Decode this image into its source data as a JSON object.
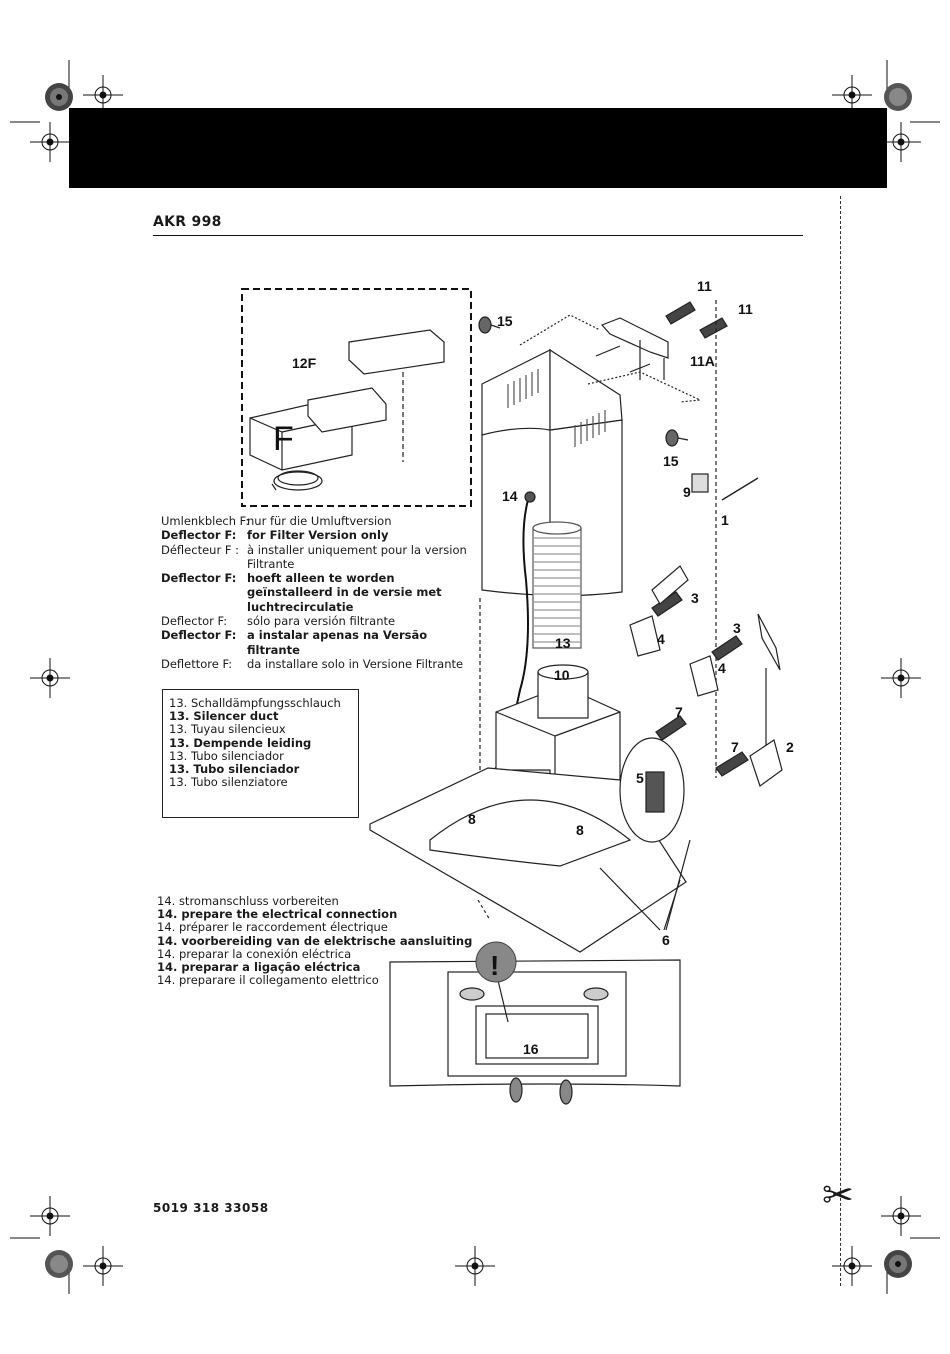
{
  "header": {
    "model": "AKR 998"
  },
  "footer": {
    "part_number": "5019 318 33058",
    "scissors_icon": "scissors-icon"
  },
  "diagram": {
    "callouts": {
      "c1": "1",
      "c2": "2",
      "c3a": "3",
      "c3b": "3",
      "c4a": "4",
      "c4b": "4",
      "c5": "5",
      "c6": "6",
      "c7a": "7",
      "c7b": "7",
      "c8a": "8",
      "c8b": "8",
      "c9": "9",
      "c10": "10",
      "c11a": "11",
      "c11b": "11",
      "c11A": "11A",
      "c12F": "12F",
      "c13": "13",
      "c14": "14",
      "c15a": "15",
      "c15b": "15",
      "c16": "16",
      "letterF": "F",
      "warning": "!"
    }
  },
  "deflector_legend": [
    {
      "key": "Umlenkblech F:",
      "value": "nur für die Umluftversion",
      "bold": false
    },
    {
      "key": "Deflector F:",
      "value": "for Filter Version only",
      "bold": true
    },
    {
      "key": "Déflecteur F :",
      "value": "à installer uniquement pour la version Filtrante",
      "bold": false
    },
    {
      "key": "Deflector F:",
      "value": "hoeft alleen te worden geïnstalleerd in de versie met luchtrecirculatie",
      "bold": true
    },
    {
      "key": "Deflector F:",
      "value": "sólo para versión filtrante",
      "bold": false
    },
    {
      "key": "Deflector F:",
      "value": "a instalar apenas na Versão filtrante",
      "bold": true
    },
    {
      "key": "Deflettore F:",
      "value": "da installare solo in Versione Filtrante",
      "bold": false
    }
  ],
  "silencer_legend": [
    {
      "text": "13.  Schalldämpfungsschlauch",
      "bold": false
    },
    {
      "text": "13. Silencer duct",
      "bold": true
    },
    {
      "text": "13.  Tuyau silencieux",
      "bold": false
    },
    {
      "text": "13. Dempende leiding",
      "bold": true
    },
    {
      "text": "13.  Tubo silenciador",
      "bold": false
    },
    {
      "text": "13. Tubo silenciador",
      "bold": true
    },
    {
      "text": "13.  Tubo silenziatore",
      "bold": false
    }
  ],
  "electrical_legend": [
    {
      "text": "14.  stromanschluss vorbereiten",
      "bold": false
    },
    {
      "text": "14.  prepare the electrical connection",
      "bold": true
    },
    {
      "text": "14.  préparer le raccordement électrique",
      "bold": false
    },
    {
      "text": "14.  voorbereiding van de elektrische aansluiting",
      "bold": true
    },
    {
      "text": "14. preparar la conexión eléctrica",
      "bold": false
    },
    {
      "text": "14.  preparar a ligação eléctrica",
      "bold": true
    },
    {
      "text": "14.  preparare il collegamento elettrico",
      "bold": false
    }
  ]
}
